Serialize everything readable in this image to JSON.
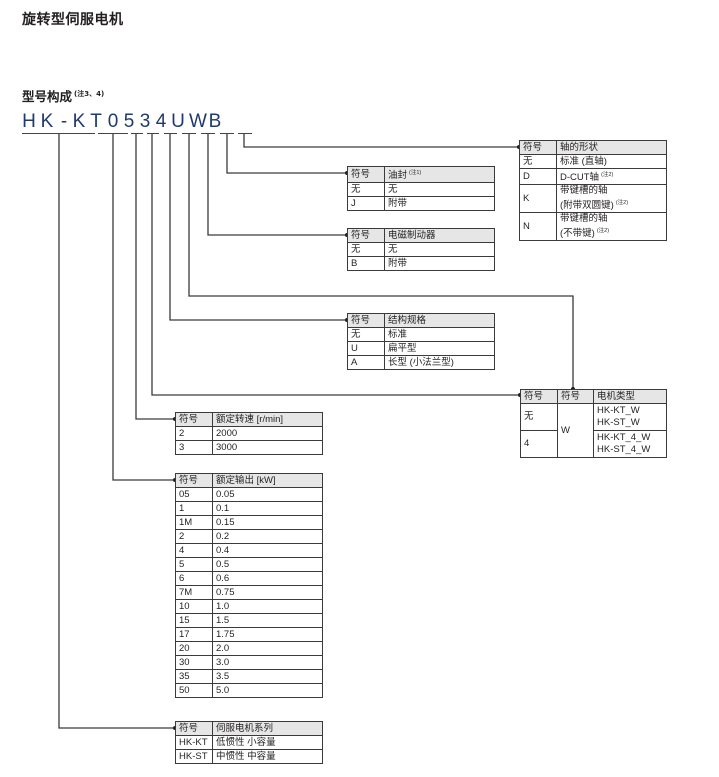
{
  "title": "旋转型伺服电机",
  "subtitle": {
    "text": "型号构成",
    "note": "(注3、4)"
  },
  "model_code": [
    "H",
    "K",
    "-",
    "K",
    "T",
    "0",
    "5",
    "3",
    "4",
    "U",
    "W",
    "B"
  ],
  "tables": {
    "shaft": {
      "header": [
        "符号",
        "轴的形状"
      ],
      "rows": [
        {
          "sym": "无",
          "desc": "标准 (直轴)",
          "note": ""
        },
        {
          "sym": "D",
          "desc": "D-CUT轴",
          "note": "(注2)"
        },
        {
          "sym": "K",
          "desc": "带键槽的轴",
          "desc2": "(附带双圆键)",
          "note": "(注2)"
        },
        {
          "sym": "N",
          "desc": "带键槽的轴",
          "desc2": "(不带键)",
          "note": "(注2)"
        }
      ]
    },
    "oil_seal": {
      "header": [
        "符号",
        "油封"
      ],
      "header_note": "(注1)",
      "rows": [
        {
          "sym": "无",
          "desc": "无"
        },
        {
          "sym": "J",
          "desc": "附带"
        }
      ]
    },
    "brake": {
      "header": [
        "符号",
        "电磁制动器"
      ],
      "rows": [
        {
          "sym": "无",
          "desc": "无"
        },
        {
          "sym": "B",
          "desc": "附带"
        }
      ]
    },
    "structure": {
      "header": [
        "符号",
        "结构规格"
      ],
      "rows": [
        {
          "sym": "无",
          "desc": "标准"
        },
        {
          "sym": "U",
          "desc": "扁平型"
        },
        {
          "sym": "A",
          "desc": "长型 (小法兰型)"
        }
      ]
    },
    "motor_type": {
      "header": [
        "符号",
        "符号",
        "电机类型"
      ],
      "rows": [
        {
          "sym": "无",
          "sym2": "W",
          "types": [
            "HK-KT_W",
            "HK-ST_W"
          ]
        },
        {
          "sym": "4",
          "types": [
            "HK-KT_4_W",
            "HK-ST_4_W"
          ]
        }
      ]
    },
    "speed": {
      "header": [
        "符号",
        "额定转速 [r/min]"
      ],
      "rows": [
        {
          "sym": "2",
          "desc": "2000"
        },
        {
          "sym": "3",
          "desc": "3000"
        }
      ]
    },
    "output": {
      "header": [
        "符号",
        "额定输出 [kW]"
      ],
      "rows": [
        {
          "sym": "05",
          "desc": "0.05"
        },
        {
          "sym": "1",
          "desc": "0.1"
        },
        {
          "sym": "1M",
          "desc": "0.15"
        },
        {
          "sym": "2",
          "desc": "0.2"
        },
        {
          "sym": "4",
          "desc": "0.4"
        },
        {
          "sym": "5",
          "desc": "0.5"
        },
        {
          "sym": "6",
          "desc": "0.6"
        },
        {
          "sym": "7M",
          "desc": "0.75"
        },
        {
          "sym": "10",
          "desc": "1.0"
        },
        {
          "sym": "15",
          "desc": "1.5"
        },
        {
          "sym": "17",
          "desc": "1.75"
        },
        {
          "sym": "20",
          "desc": "2.0"
        },
        {
          "sym": "30",
          "desc": "3.0"
        },
        {
          "sym": "35",
          "desc": "3.5"
        },
        {
          "sym": "50",
          "desc": "5.0"
        }
      ]
    },
    "series": {
      "header": [
        "符号",
        "伺服电机系列"
      ],
      "rows": [
        {
          "sym": "HK-KT",
          "desc": "低惯性 小容量"
        },
        {
          "sym": "HK-ST",
          "desc": "中惯性 中容量"
        }
      ]
    }
  }
}
